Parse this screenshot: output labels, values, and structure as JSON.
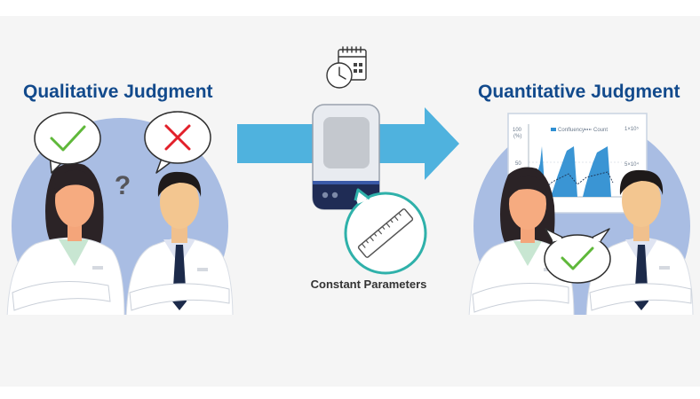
{
  "left_panel": {
    "title": "Qualitative Judgment",
    "question_mark": "?",
    "bubble_left_icon": "check-icon",
    "bubble_right_icon": "cross-icon"
  },
  "center": {
    "caption": "Constant Parameters",
    "icons": [
      "calendar-icon",
      "clock-icon",
      "ruler-icon"
    ]
  },
  "right_panel": {
    "title": "Quantitative Judgment",
    "bubble_icon": "check-icon"
  },
  "colors": {
    "title": "#124a8c",
    "arrow": "#4fb2de",
    "circle": "#a9bde3",
    "check": "#5fb83a",
    "cross": "#e2202a",
    "teal": "#2fb1aa",
    "device_band": "#1f2c55"
  },
  "chart_data": {
    "type": "area",
    "legend": [
      "Confluency",
      "Count"
    ],
    "y_left_ticks": [
      "100\n(%)",
      "50"
    ],
    "y_right_ticks": [
      "1×10⁵",
      "5×10⁴"
    ],
    "legend_position": "top-right"
  }
}
